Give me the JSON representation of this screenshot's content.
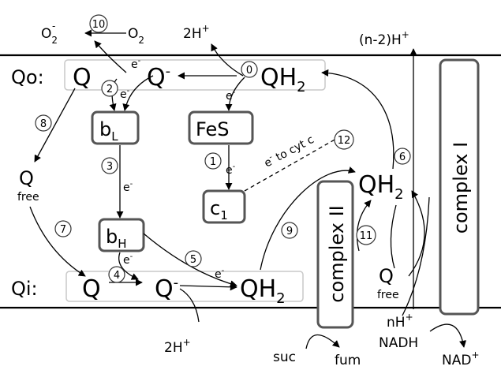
{
  "labels": {
    "o2minus": "O",
    "o2minus_sub": "2",
    "o2minus_sup": "-",
    "o2": "O",
    "o2_sub": "2",
    "twoH_top": "2H",
    "twoH_top_sup": "+",
    "n2H": "(n-2)H",
    "n2H_sup": "+",
    "qo": "Qo:",
    "qo_q": "Q",
    "qo_qminus": "Q",
    "qo_qminus_sup": "-",
    "qo_qh2": "QH",
    "qo_qh2_sub": "2",
    "bl": "b",
    "bl_sub": "L",
    "fes": "FeS",
    "q_free_left": "Q",
    "free_left": "free",
    "c1": "c",
    "c1_sub": "1",
    "qh2_mid": "QH",
    "qh2_mid_sub": "2",
    "bh": "b",
    "bh_sub": "H",
    "qi": "Qi:",
    "qi_q": "Q",
    "qi_qminus": "Q",
    "qi_qminus_sup": "-",
    "qi_qh2": "QH",
    "qi_qh2_sub": "2",
    "q_free_right": "Q",
    "free_right": "free",
    "complex2": "complex II",
    "complex1": "complex I",
    "twoH_bottom": "2H",
    "twoH_bottom_sup": "+",
    "nH": "nH",
    "nH_sup": "+",
    "nadh": "NADH",
    "nad": "NAD",
    "nad_sup": "+",
    "suc": "suc",
    "fum": "fum",
    "to_cyt": "e",
    "to_cyt_sup": "-",
    "to_cyt_rest": " to cyt c"
  },
  "electron": {
    "label": "e",
    "sup": "-"
  },
  "steps": [
    "0",
    "1",
    "2",
    "3",
    "4",
    "5",
    "6",
    "7",
    "8",
    "9",
    "10",
    "11",
    "12"
  ]
}
